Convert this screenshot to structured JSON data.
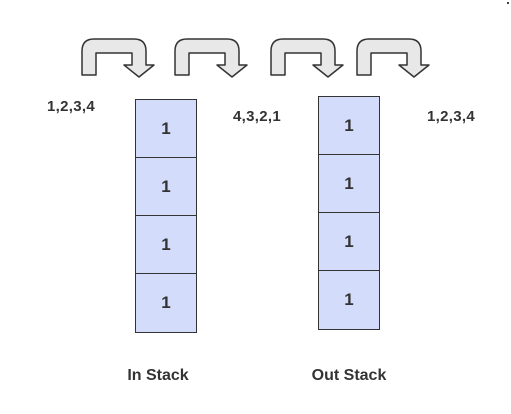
{
  "input_sequence": "1,2,3,4",
  "middle_sequence": "4,3,2,1",
  "output_sequence": "1,2,3,4",
  "in_stack": {
    "label": "In Stack",
    "cells": [
      "1",
      "1",
      "1",
      "1"
    ]
  },
  "out_stack": {
    "label": "Out Stack",
    "cells": [
      "1",
      "1",
      "1",
      "1"
    ]
  },
  "colors": {
    "cell_fill": "#d3dcfb",
    "arrow_fill": "#e8e8e8",
    "stroke": "#333333"
  },
  "icons": [
    "curved-arrow-icon",
    "curved-arrow-icon",
    "curved-arrow-icon",
    "curved-arrow-icon"
  ]
}
